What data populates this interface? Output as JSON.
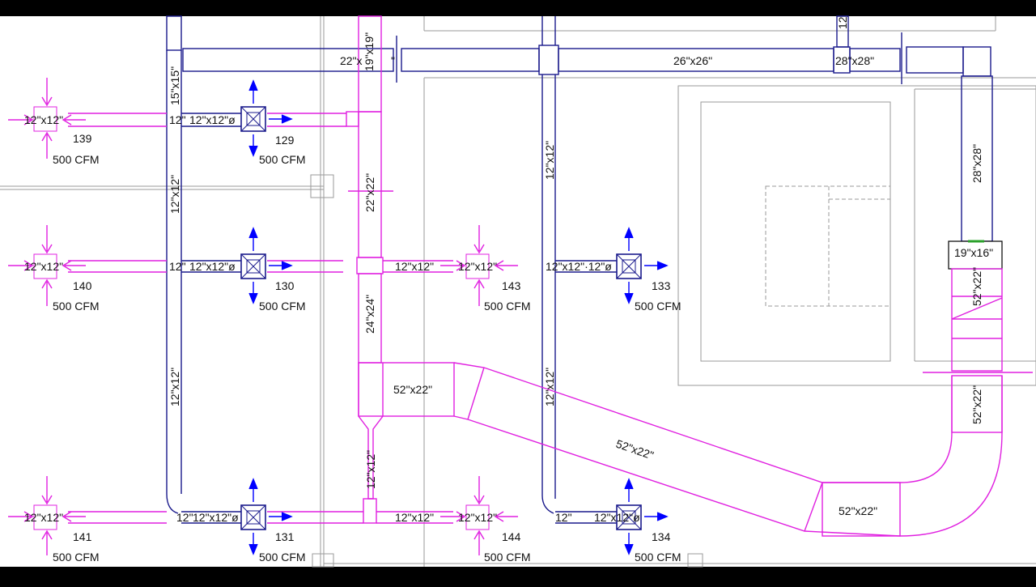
{
  "colors": {
    "supply_duct": "#1a1a8c",
    "return_duct": "#e020e0",
    "supply_arrow": "#0000ff",
    "return_arrow": "#e020e0",
    "wall": "#9a9a9a",
    "background": "#ffffff",
    "letterbox": "#000000"
  },
  "top_duct_labels": {
    "a": "22\"x",
    "a2": "\"",
    "b": "19\"x19\"",
    "c": "26\"x26\"",
    "d": "28\"x28\"",
    "e": "12"
  },
  "vertical_duct_labels": {
    "left_upper": "15\"x15\"",
    "left_mid": "12\"x12\"",
    "left_low": "12\"x12\"",
    "main_upper": "22\"x22\"",
    "main_mid": "24\"x24\"",
    "main_low": "12\"x12\"",
    "right_upper": "12\"x12\"",
    "right_low": "12\"x12\"",
    "riser_upper": "28\"x28\"",
    "riser_mid": "52\"x22\"",
    "riser_low": "52\"x22\""
  },
  "transition_label": "19\"x16\"",
  "return_duct_labels": {
    "a": "52\"x22\"",
    "b": "52\"x22\"",
    "c": "52\"x22\""
  },
  "branch_labels": {
    "left": "12\"",
    "row": "12\"x12\"ø",
    "row_b": "12\"x12\"",
    "right_a": "12\"x12\"·12\"ø",
    "right_b": "12\"x12\"ø"
  },
  "grilles": [
    {
      "id": "139",
      "size": "12\"x12\"",
      "cfm": "500 CFM"
    },
    {
      "id": "140",
      "size": "12\"x12\"",
      "cfm": "500 CFM"
    },
    {
      "id": "141",
      "size": "12\"x12\"",
      "cfm": "500 CFM"
    },
    {
      "id": "143",
      "size": "12\"x12\"",
      "cfm": "500 CFM"
    },
    {
      "id": "144",
      "size": "12\"x12\"",
      "cfm": "500 CFM"
    }
  ],
  "diffusers": [
    {
      "id": "129",
      "cfm": "500 CFM"
    },
    {
      "id": "130",
      "cfm": "500 CFM"
    },
    {
      "id": "131",
      "cfm": "500 CFM"
    },
    {
      "id": "133",
      "cfm": "500 CFM"
    },
    {
      "id": "134",
      "cfm": "500 CFM"
    }
  ]
}
